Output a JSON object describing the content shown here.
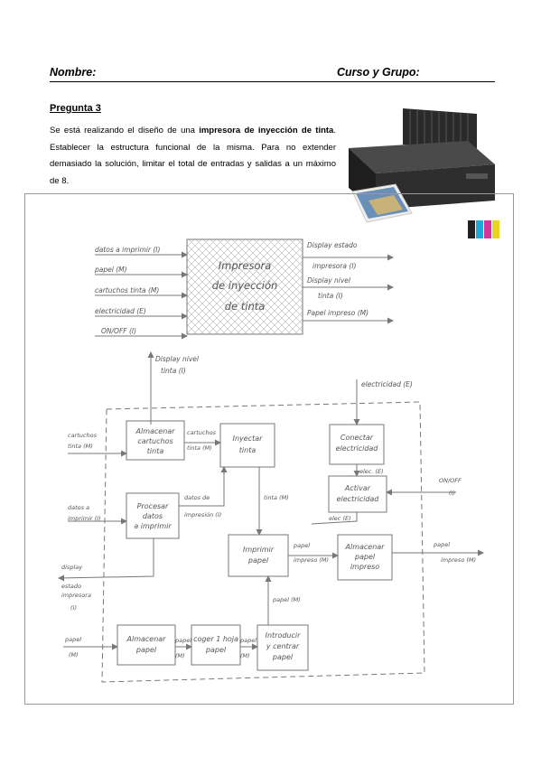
{
  "header": {
    "name_label": "Nombre:",
    "course_label": "Curso y Grupo:"
  },
  "question": {
    "title": "Pregunta 3",
    "text_before": "Se está realizando el diseño de una ",
    "text_bold": "impresora de inyección de tinta",
    "text_after": ". Establecer la estructura funcional de la misma. Para no extender demasiado la solución, limitar el total de entradas y salidas a un máximo de 8."
  },
  "diagram": {
    "top_box": [
      "Impresora",
      "de inyección",
      "de tinta"
    ],
    "top_inputs": [
      "datos a imprimir (I)",
      "papel (M)",
      "cartuchos tinta (M)",
      "electricidad (E)",
      "ON/OFF (I)"
    ],
    "top_outputs": [
      [
        "Display estado",
        "impresora (I)"
      ],
      [
        "Display nivel",
        "tinta (I)"
      ],
      [
        "Papel impreso (M)"
      ]
    ],
    "display_nivel_out": [
      "Display nivel",
      "tinta (I)"
    ],
    "electricidad_in": "electricidad (E)",
    "blocks": {
      "almacenar_cartuchos": [
        "Almacenar",
        "cartuchos",
        "tinta"
      ],
      "inyectar_tinta": [
        "Inyectar",
        "tinta"
      ],
      "conectar_electricidad": [
        "Conectar",
        "electricidad"
      ],
      "activar_electricidad": [
        "Activar",
        "electricidad"
      ],
      "procesar_datos": [
        "Procesar",
        "datos",
        "a imprimir"
      ],
      "imprimir_papel": [
        "Imprimir",
        "papel"
      ],
      "almacenar_papel_impreso": [
        "Almacenar",
        "papel",
        "impreso"
      ],
      "almacenar_papel": [
        "Almacenar",
        "papel"
      ],
      "coger_hoja": [
        "coger 1 hoja",
        "papel"
      ],
      "introducir_papel": [
        "Introducir",
        "y centrar",
        "papel"
      ]
    },
    "flows": {
      "cartuchos_in": [
        "cartuchos",
        "tinta (M)"
      ],
      "cartuchos_mid": [
        "cartuchos",
        "tinta (M)"
      ],
      "datos_in": [
        "datos a",
        "imprimir (I)"
      ],
      "datos_mid": [
        "datos de",
        "impresión (I)"
      ],
      "tinta": "tinta (M)",
      "elec_e": "elec. (E)",
      "on_off": [
        "ON/OFF",
        "(I)"
      ],
      "elec_e2": "elec (E)",
      "display_estado": [
        "display",
        "estado",
        "impresora",
        "(I)"
      ],
      "papel_impreso_mid": [
        "papel",
        "impreso (M)"
      ],
      "papel_impreso_out": [
        "papel",
        "impreso (M)"
      ],
      "papel_m": "papel (M)",
      "papel_in": [
        "papel",
        "(M)"
      ],
      "papel_m2": [
        "papel",
        "(M)"
      ],
      "papel_m3": [
        "papel",
        "(M)"
      ]
    }
  }
}
